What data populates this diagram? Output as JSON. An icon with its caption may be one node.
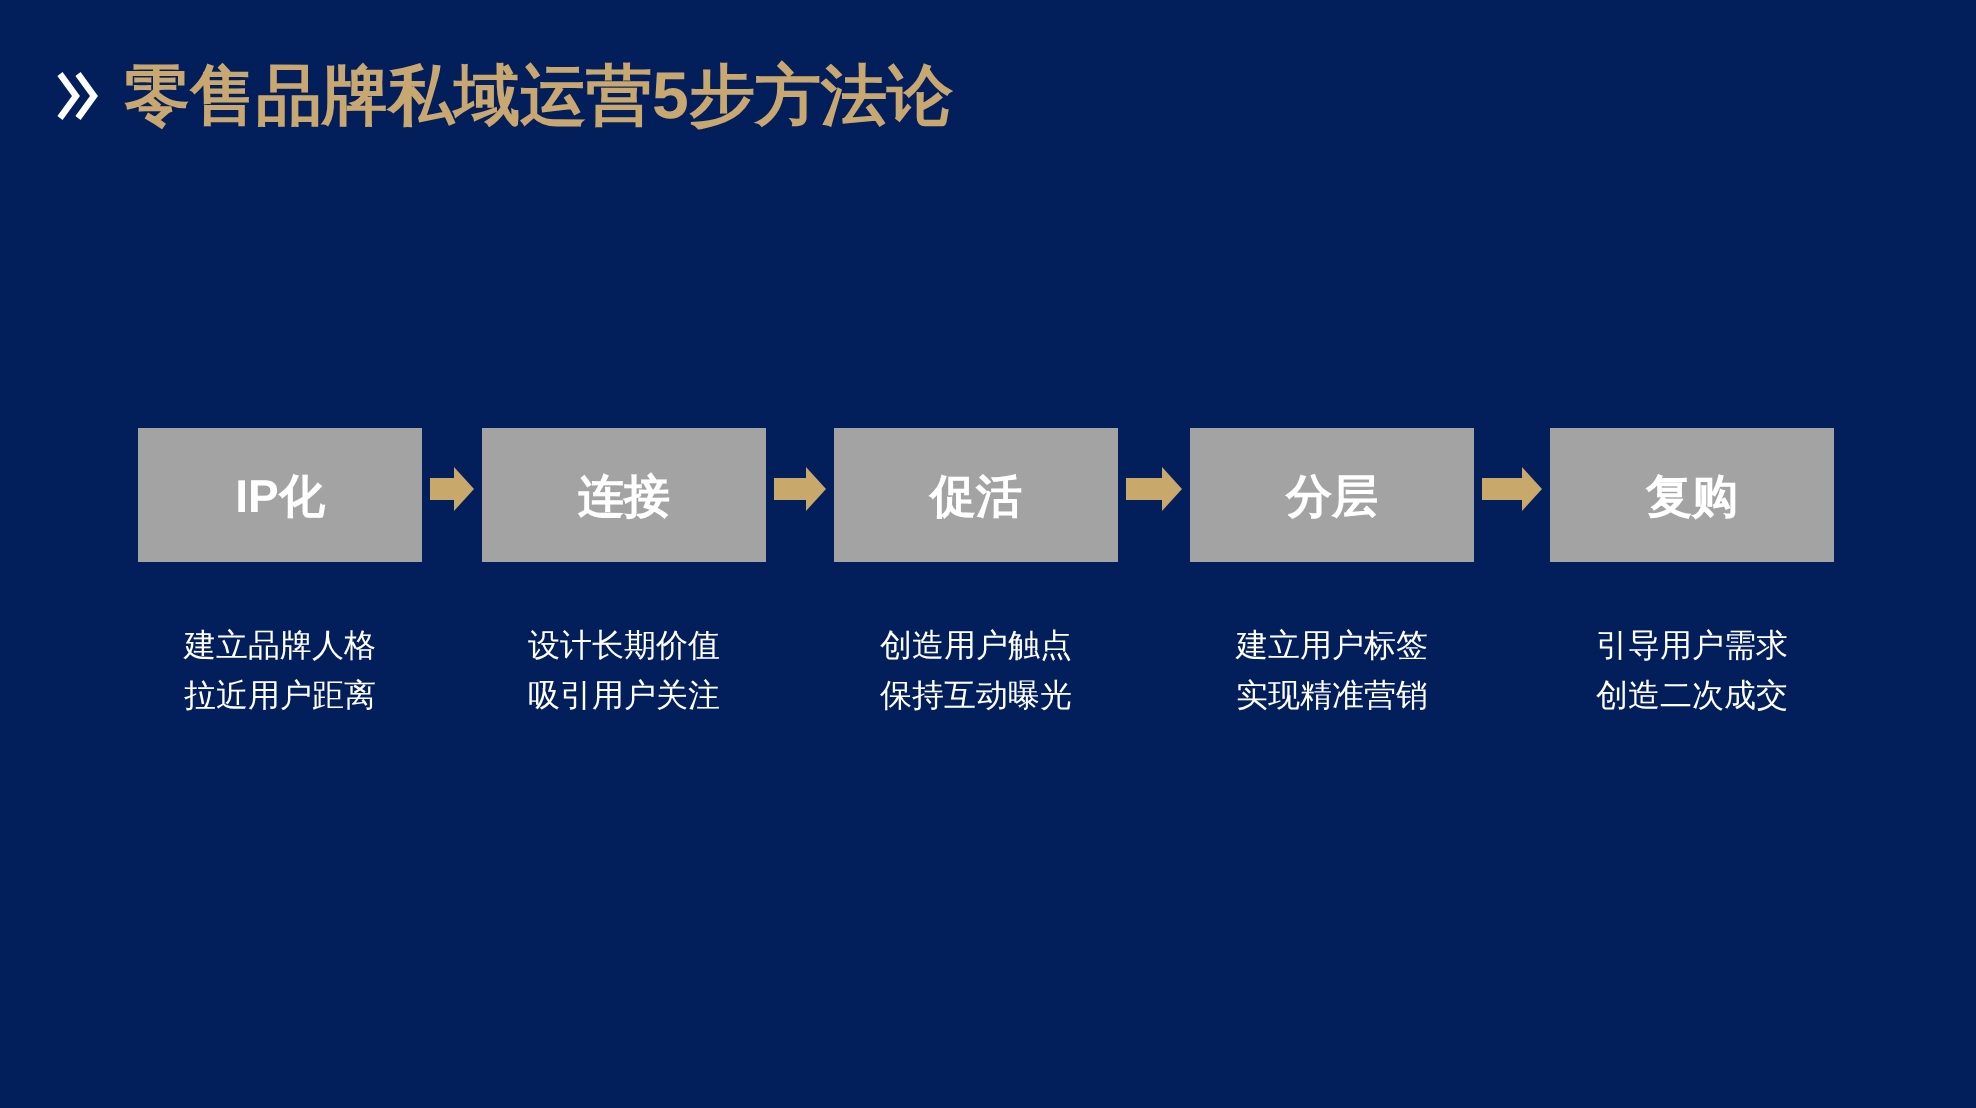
{
  "diagram": {
    "title": "零售品牌私域运营5步方法论",
    "nodes": [
      {
        "text": [
          "IP化"
        ],
        "beside": [
          "建立品牌人格",
          "拉近用户距离"
        ]
      },
      {
        "text": [
          "连接"
        ],
        "beside": [
          "设计长期价值",
          "吸引用户关注"
        ]
      },
      {
        "text": [
          "促活"
        ],
        "beside": [
          "创造用户触点",
          "保持互动曝光"
        ]
      },
      {
        "text": [
          "分层"
        ],
        "beside": [
          "建立用户标签",
          "实现精准营销"
        ]
      },
      {
        "text": [
          "复购"
        ],
        "beside": [
          "引导用户需求",
          "创造二次成交"
        ]
      }
    ],
    "edges": [
      {
        "from": 0,
        "to": 1,
        "arrow": "to"
      },
      {
        "from": 1,
        "to": 2,
        "arrow": "to"
      },
      {
        "from": 2,
        "to": 3,
        "arrow": "to"
      },
      {
        "from": 3,
        "to": 4,
        "arrow": "to"
      }
    ]
  }
}
